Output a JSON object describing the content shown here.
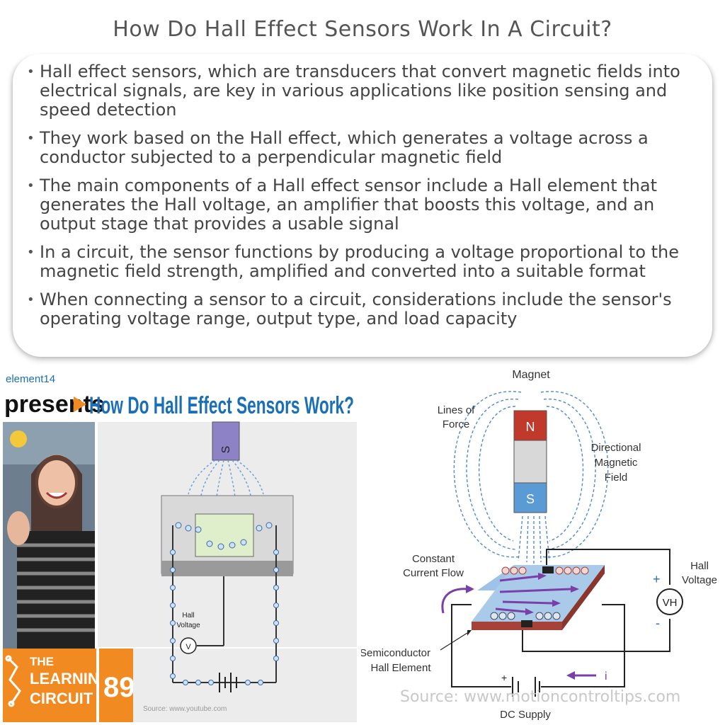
{
  "title": "How Do Hall Effect Sensors Work In A Circuit?",
  "bullets": [
    "Hall effect sensors, which are transducers that convert magnetic fields into electrical signals, are key in various applications like position sensing and speed detection",
    "They work based on the Hall effect, which generates a voltage across a conductor subjected to a perpendicular magnetic field",
    "The main components of a Hall effect sensor include a Hall element that generates the Hall voltage, an amplifier that boosts this voltage, and an output stage that provides a usable signal",
    "In a circuit, the sensor functions by producing a voltage proportional to the magnetic field strength, amplified and converted into a suitable format",
    "When connecting a sensor to a circuit, considerations include the sensor's operating voltage range, output type, and load capacity"
  ],
  "left_figure": {
    "brand": "element14",
    "presents": "presents",
    "video_title": "How Do Hall Effect Sensors Work?",
    "magnet_label": "S",
    "hall_voltage_label": "Hall\nVoltage",
    "meter_label": "V",
    "learning_circuit": [
      "THE",
      "LEARNING",
      "CIRCUIT"
    ],
    "episode": "89",
    "source": "Source: www.youtube.com",
    "colors": {
      "brand_blue": "#1a6fb7",
      "orange": "#f18a21",
      "magnet": "#8e82c6",
      "hall_plate": "#dfeecb"
    }
  },
  "right_figure": {
    "magnet_title": "Magnet",
    "north": "N",
    "south": "S",
    "lines_of_force": "Lines of\nForce",
    "directional_field": "Directional\nMagnetic\nField",
    "constant_current": "Constant\nCurrent Flow",
    "hall_voltage": "Hall\nVoltage",
    "meter": "VH",
    "plus": "+",
    "minus": "-",
    "semiconductor": "Semiconductor\nHall Element",
    "dc_supply": "DC Supply",
    "current_symbol": "i",
    "colors": {
      "north": "#c0392b",
      "south": "#5a9bd5",
      "field_lines": "#4f8bd0",
      "arrows": "#7b3fa8",
      "plate_edge": "#a5433b"
    }
  },
  "source_credit": "Source: www.motioncontroltips.com"
}
